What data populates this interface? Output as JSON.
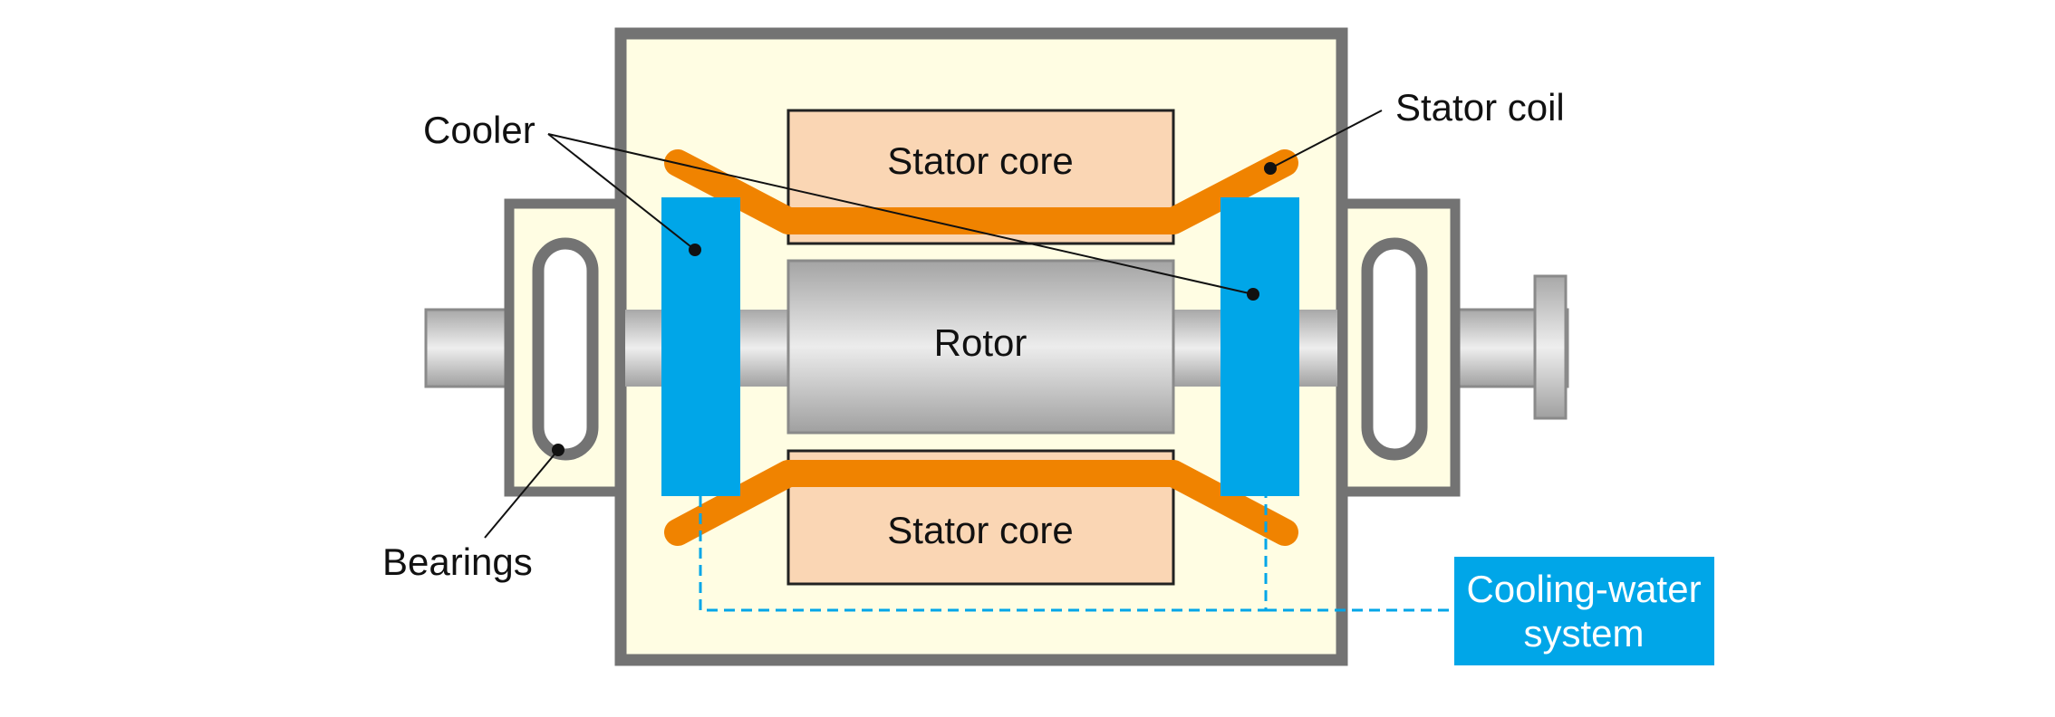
{
  "labels": {
    "stator_core_top": "Stator core",
    "stator_core_bottom": "Stator core",
    "rotor": "Rotor",
    "cooler": "Cooler",
    "stator_coil": "Stator coil",
    "bearings": "Bearings",
    "cooling_water_line1": "Cooling-water",
    "cooling_water_line2": "system"
  },
  "colors": {
    "housing_fill": "#fffde3",
    "housing_stroke": "#737373",
    "stator_core_fill": "#fad6b4",
    "coil": "#f08300",
    "cooler": "#00a6e8",
    "cooling_box": "#00a6e8",
    "water_line": "#00a6e8"
  }
}
